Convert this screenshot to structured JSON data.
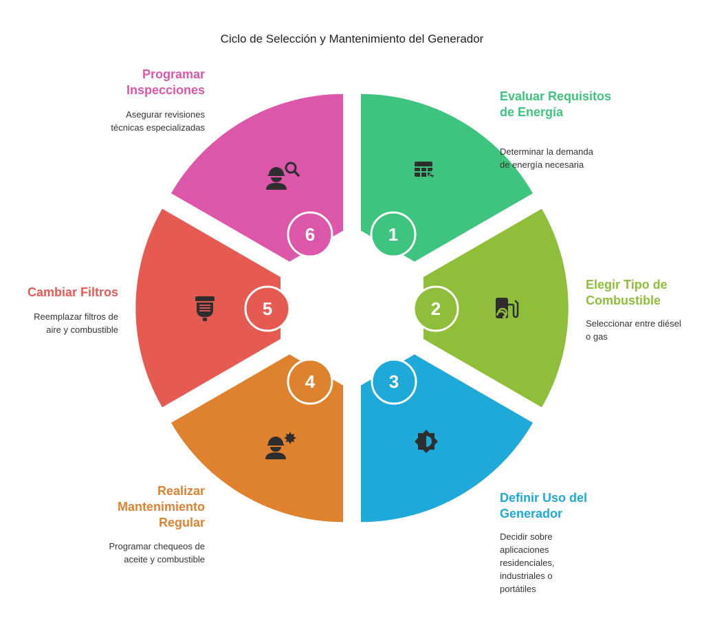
{
  "title": "Ciclo de Selección y Mantenimiento del Generador",
  "colors": {
    "green": "#3FC47F",
    "lime": "#8FBE3B",
    "blue": "#1FA9D9",
    "orange": "#DE8230",
    "red": "#E55B52",
    "pink": "#DC57A9",
    "icon": "#2E2E2E"
  },
  "steps": [
    {
      "number": "1",
      "title": "Evaluar Requisitos de Energía",
      "desc": "Determinar la demanda de energía necesaria",
      "icon": "spreadsheet-lightning-icon"
    },
    {
      "number": "2",
      "title": "Elegir Tipo de Combustible",
      "desc": "Seleccionar entre diésel o gas",
      "icon": "fuel-pump-icon"
    },
    {
      "number": "3",
      "title": "Definir Uso del Generador",
      "desc": "Decidir sobre aplicaciones residenciales, industriales o portátiles",
      "icon": "gear-icon"
    },
    {
      "number": "4",
      "title": "Realizar Mantenimiento Regular",
      "desc": "Programar chequeos de aceite y combustible",
      "icon": "worker-gear-icon"
    },
    {
      "number": "5",
      "title": "Cambiar Filtros",
      "desc": "Reemplazar filtros de aire y combustible",
      "icon": "filter-icon"
    },
    {
      "number": "6",
      "title": "Programar Inspecciones",
      "desc": "Asegurar revisiones técnicas especializadas",
      "icon": "worker-search-icon"
    }
  ]
}
